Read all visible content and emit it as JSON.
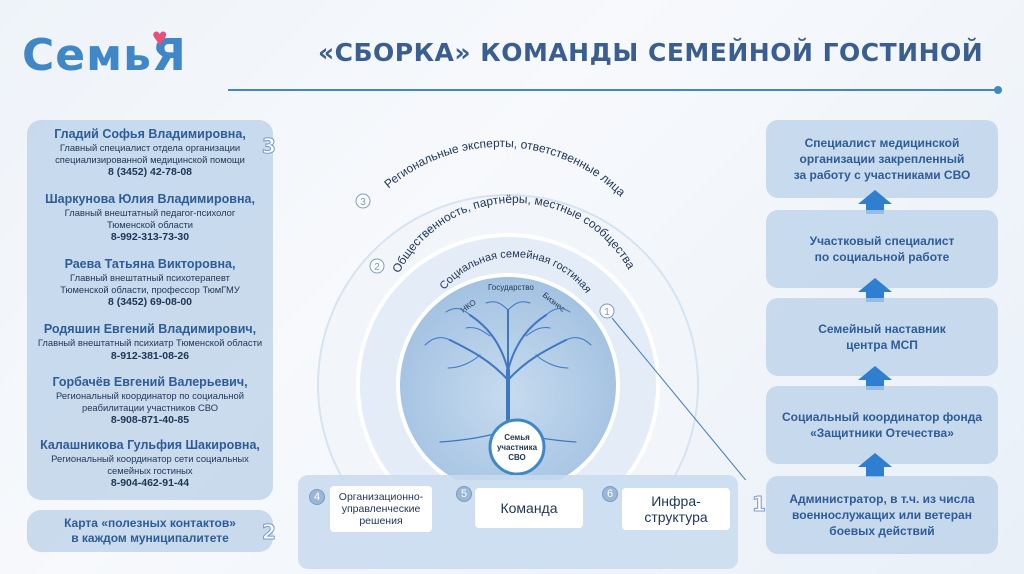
{
  "header": {
    "logo": "СемьЯ",
    "title": "«СБОРКА» КОМАНДЫ СЕМЕЙНОЙ ГОСТИНОЙ"
  },
  "left_panel": {
    "number": "3",
    "people": [
      {
        "name": "Гладий Софья Владимировна,",
        "role_lines": [
          "Главный специалист отдела организации",
          "специализированной медицинской помощи"
        ],
        "phone": "8 (3452) 42-78-08"
      },
      {
        "name": "Шаркунова Юлия Владимировна,",
        "role_lines": [
          "Главный внештатный педагог-психолог",
          "Тюменской области"
        ],
        "phone": "8-992-313-73-30"
      },
      {
        "name": "Раева Татьяна Викторовна,",
        "role_lines": [
          "Главный внештатный психотерапевт",
          "Тюменской области, профессор ТюмГМУ"
        ],
        "phone": "8 (3452) 69-08-00"
      },
      {
        "name": "Родяшин Евгений Владимирович,",
        "role_lines": [
          "Главный внештатный психиатр Тюменской области"
        ],
        "phone": "8-912-381-08-26"
      },
      {
        "name": "Горбачёв Евгений Валерьевич,",
        "role_lines": [
          "Региональный координатор по социальной",
          "реабилитации участников СВО"
        ],
        "phone": "8-908-871-40-85"
      },
      {
        "name": "Калашникова Гульфия Шакировна,",
        "role_lines": [
          "Региональный координатор сети социальных",
          "семейных гостиных"
        ],
        "phone": "8-904-462-91-44"
      }
    ],
    "contacts_card": {
      "lines": [
        "Карта «полезных контактов»",
        "в каждом муниципалитете"
      ],
      "number": "2"
    }
  },
  "diagram": {
    "outer_label": "Региональные эксперты, ответственные лица",
    "middle_label": "Общественность, партнёры, местные сообщества",
    "inner_label": "Социальная семейная гостиная",
    "sectors": [
      "НКО",
      "Государство",
      "Бизнес"
    ],
    "center_lines": [
      "Семья",
      "участника",
      "СВО"
    ],
    "ring_numbers": [
      "3",
      "2",
      "1"
    ]
  },
  "bottom_boxes": [
    {
      "number": "4",
      "lines": [
        "Организационно-",
        "управленческие",
        "решения"
      ]
    },
    {
      "number": "5",
      "lines": [
        "Команда"
      ]
    },
    {
      "number": "6",
      "lines": [
        "Инфра-",
        "структура"
      ]
    }
  ],
  "right_panel": {
    "boxes": [
      {
        "lines": [
          "Специалист медицинской",
          "организации закрепленный",
          "за работу с участниками СВО"
        ]
      },
      {
        "lines": [
          "Участковый специалист",
          "по социальной работе"
        ]
      },
      {
        "lines": [
          "Семейный наставник",
          "центра МСП"
        ]
      },
      {
        "lines": [
          "Социальный координатор фонда",
          "«Защитники Отечества»"
        ]
      },
      {
        "lines": [
          "Администратор, в т.ч. из числа",
          "военнослужащих или ветеран",
          "боевых действий"
        ]
      }
    ],
    "number": "1"
  },
  "colors": {
    "accent": "#3f87c7",
    "heart": "#e6507a",
    "panel": "#b9d0e8",
    "arrow": "#2f7fd0"
  }
}
